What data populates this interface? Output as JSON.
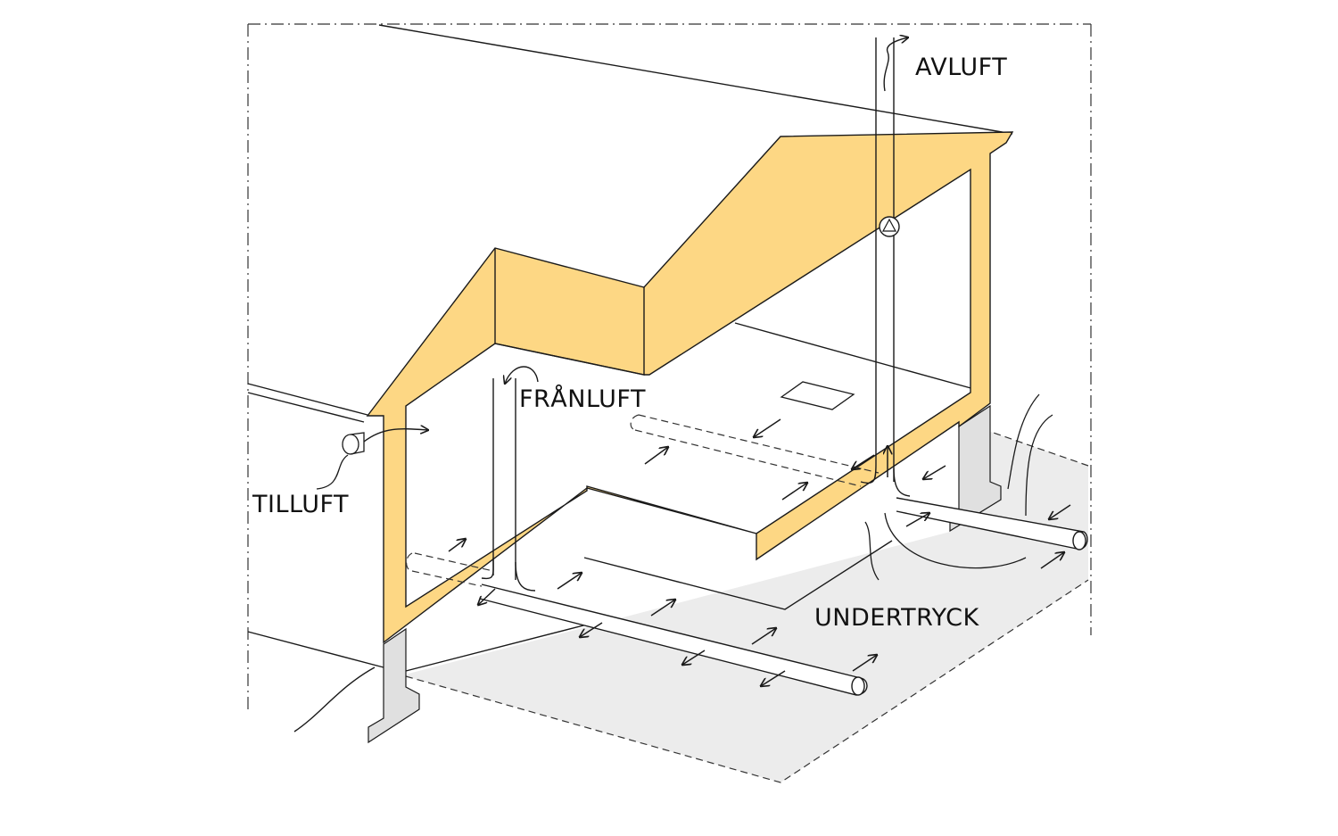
{
  "labels": {
    "avluft": "AVLUFT",
    "franluft": "FRÅNLUFT",
    "tilluft": "TILLUFT",
    "undertryck": "UNDERTRYCK"
  },
  "colors": {
    "wall_section": "#fdd784",
    "ground": "#ececec",
    "foundation": "#e0e0e0",
    "line": "#1a1a1a"
  },
  "icons": [
    "fan-icon",
    "air-inlet-valve-icon",
    "airflow-arrow-icon"
  ]
}
